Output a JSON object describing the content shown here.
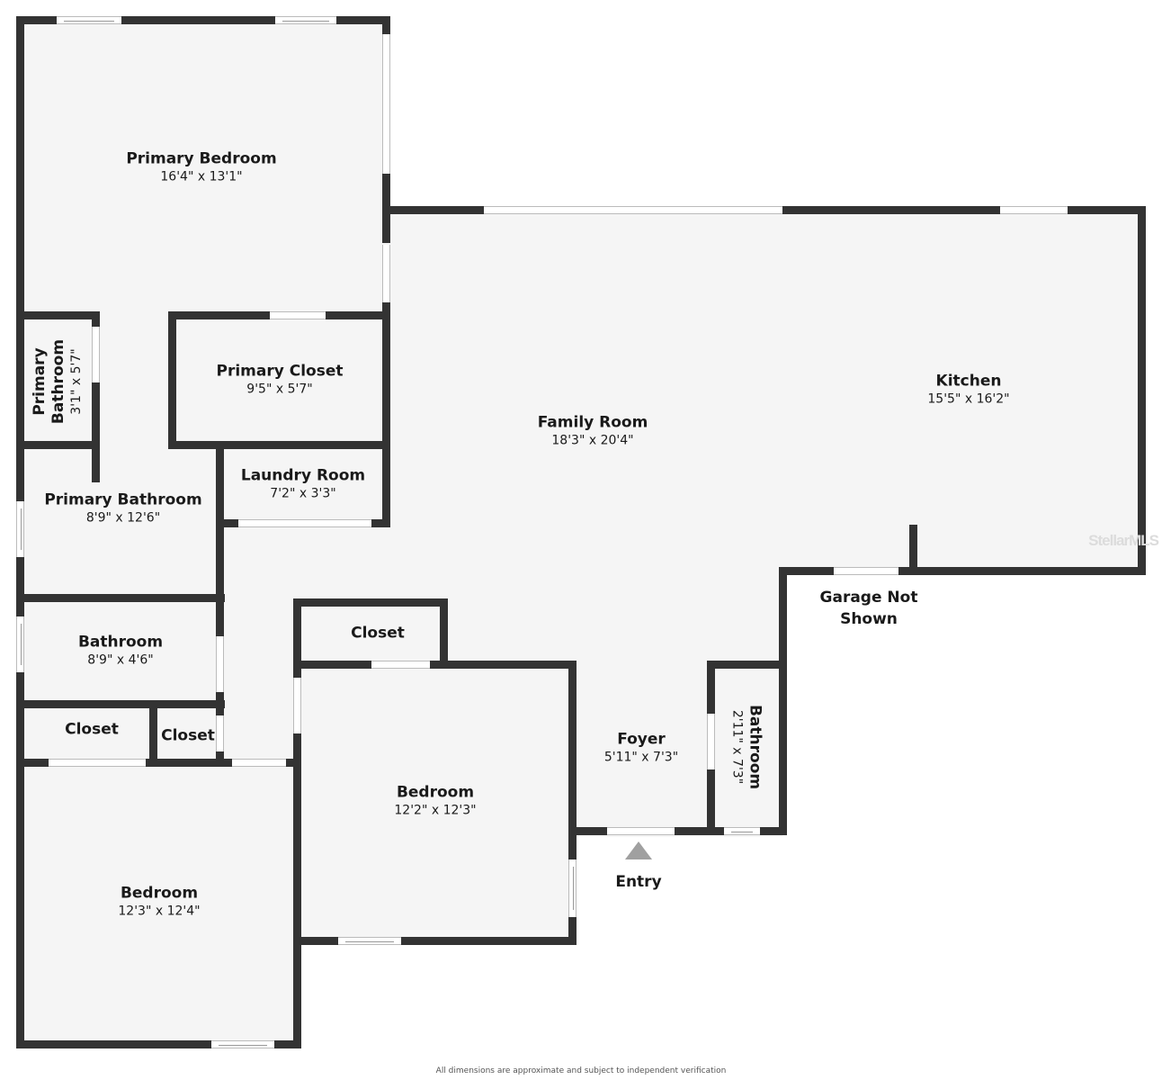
{
  "plan": {
    "rooms": [
      {
        "id": "primary-bedroom",
        "name": "Primary Bedroom",
        "dim": "16'4\" x 13'1\""
      },
      {
        "id": "primary-closet",
        "name": "Primary Closet",
        "dim": "9'5\" x 5'7\""
      },
      {
        "id": "primary-bathroom-small",
        "name": "Primary Bathroom",
        "dim": "3'1\" x 5'7\""
      },
      {
        "id": "primary-bathroom",
        "name": "Primary Bathroom",
        "dim": "8'9\" x 12'6\""
      },
      {
        "id": "laundry-room",
        "name": "Laundry Room",
        "dim": "7'2\" x 3'3\""
      },
      {
        "id": "family-room",
        "name": "Family Room",
        "dim": "18'3\" x 20'4\""
      },
      {
        "id": "kitchen",
        "name": "Kitchen",
        "dim": "15'5\" x 16'2\""
      },
      {
        "id": "bathroom",
        "name": "Bathroom",
        "dim": "8'9\" x 4'6\""
      },
      {
        "id": "closet-left",
        "name": "Closet",
        "dim": ""
      },
      {
        "id": "closet-small",
        "name": "Closet",
        "dim": ""
      },
      {
        "id": "closet-bedroom2",
        "name": "Closet",
        "dim": ""
      },
      {
        "id": "bedroom-center",
        "name": "Bedroom",
        "dim": "12'2\" x 12'3\""
      },
      {
        "id": "bedroom-left",
        "name": "Bedroom",
        "dim": "12'3\" x 12'4\""
      },
      {
        "id": "foyer",
        "name": "Foyer",
        "dim": "5'11\" x 7'3\""
      },
      {
        "id": "half-bath",
        "name": "Bathroom",
        "dim": "2'11\" x 7'3\""
      }
    ],
    "notes": {
      "garage_line1": "Garage Not",
      "garage_line2": "Shown",
      "entry": "Entry"
    },
    "footer": "All dimensions are approximate and subject to independent verification",
    "watermark": "StellarMLS",
    "colors": {
      "wall": "#333333",
      "floor": "#f5f5f5",
      "background": "#ffffff",
      "entry_arrow": "#a0a0a0"
    }
  }
}
